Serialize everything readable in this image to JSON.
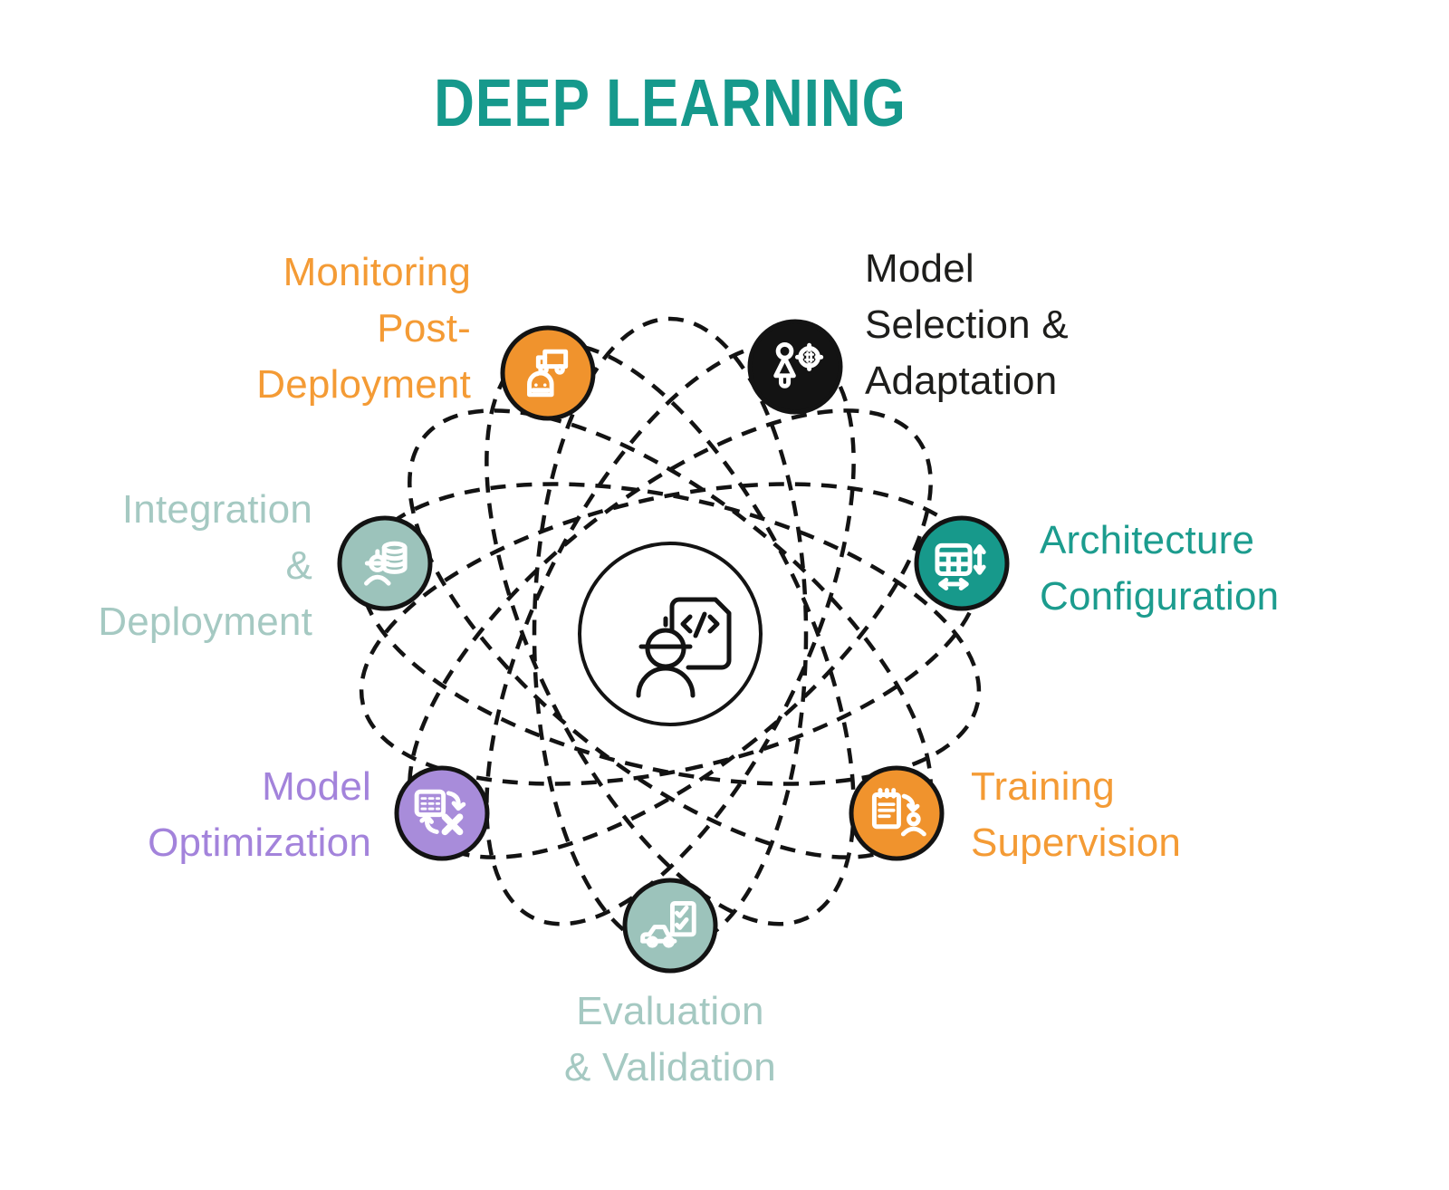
{
  "title": "DEEP LEARNING",
  "colors": {
    "title": "#16998C",
    "orbit_dash": "#131313",
    "orange": "#F0932D",
    "black": "#131313",
    "teal": "#17998B",
    "sage": "#9CC3BB",
    "purple": "#A88CDA"
  },
  "center": {
    "icon": "engineer-code-document-icon"
  },
  "nodes": [
    {
      "id": "monitoring-post-deployment",
      "label": "Monitoring\nPost-\nDeployment",
      "icon": "robot-truck-icon",
      "fill": "#F0932D",
      "text_color": "#F49B35"
    },
    {
      "id": "model-selection-adaptation",
      "label": "Model\nSelection &\nAdaptation",
      "icon": "person-target-icon",
      "fill": "#131313",
      "text_color": "#1D1D1B"
    },
    {
      "id": "architecture-configuration",
      "label": "Architecture\nConfiguration",
      "icon": "grid-resize-icon",
      "fill": "#17998B",
      "text_color": "#1C9C8E"
    },
    {
      "id": "training-supervision",
      "label": "Training\nSupervision",
      "icon": "notepad-person-icon",
      "fill": "#F0932D",
      "text_color": "#F49B35"
    },
    {
      "id": "evaluation-validation",
      "label": "Evaluation\n& Validation",
      "icon": "car-checklist-icon",
      "fill": "#9CC3BB",
      "text_color": "#A5C9C2"
    },
    {
      "id": "model-optimization",
      "label": "Model\nOptimization",
      "icon": "table-x-convert-icon",
      "fill": "#A88CDA",
      "text_color": "#A383DB"
    },
    {
      "id": "integration-deployment",
      "label": "Integration\n&\nDeployment",
      "icon": "engineer-database-icon",
      "fill": "#9CC3BB",
      "text_color": "#A5C9C2"
    }
  ]
}
